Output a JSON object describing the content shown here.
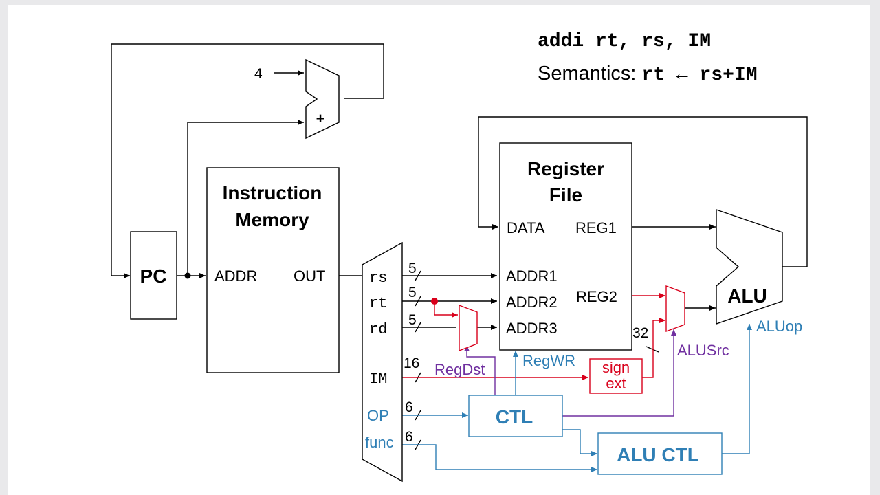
{
  "header": {
    "instruction": "addi rt, rs, IM",
    "semantics_label": "Semantics: ",
    "semantics_expr": "rt ← rs+IM"
  },
  "blocks": {
    "pc": "PC",
    "imem_line1": "Instruction",
    "imem_line2": "Memory",
    "imem_addr": "ADDR",
    "imem_out": "OUT",
    "regfile_line1": "Register",
    "regfile_line2": "File",
    "rf_data": "DATA",
    "rf_reg1": "REG1",
    "rf_addr1": "ADDR1",
    "rf_addr2": "ADDR2",
    "rf_reg2": "REG2",
    "rf_addr3": "ADDR3",
    "alu": "ALU",
    "adder": "+",
    "sign_ext_line1": "sign",
    "sign_ext_line2": "ext",
    "ctl": "CTL",
    "alu_ctl": "ALU CTL"
  },
  "fields": {
    "rs": "rs",
    "rt": "rt",
    "rd": "rd",
    "im": "IM",
    "op": "OP",
    "func": "func"
  },
  "widths": {
    "four": "4",
    "rs": "5",
    "rt": "5",
    "rd": "5",
    "im": "16",
    "op": "6",
    "func": "6",
    "ext": "32"
  },
  "signals": {
    "regdst": "RegDst",
    "regwr": "RegWR",
    "alusrc": "ALUSrc",
    "aluop": "ALUop"
  },
  "colors": {
    "wire": "#000000",
    "control_blue": "#2f7fb5",
    "control_purple": "#7030a0",
    "highlight_red": "#d9001b"
  }
}
